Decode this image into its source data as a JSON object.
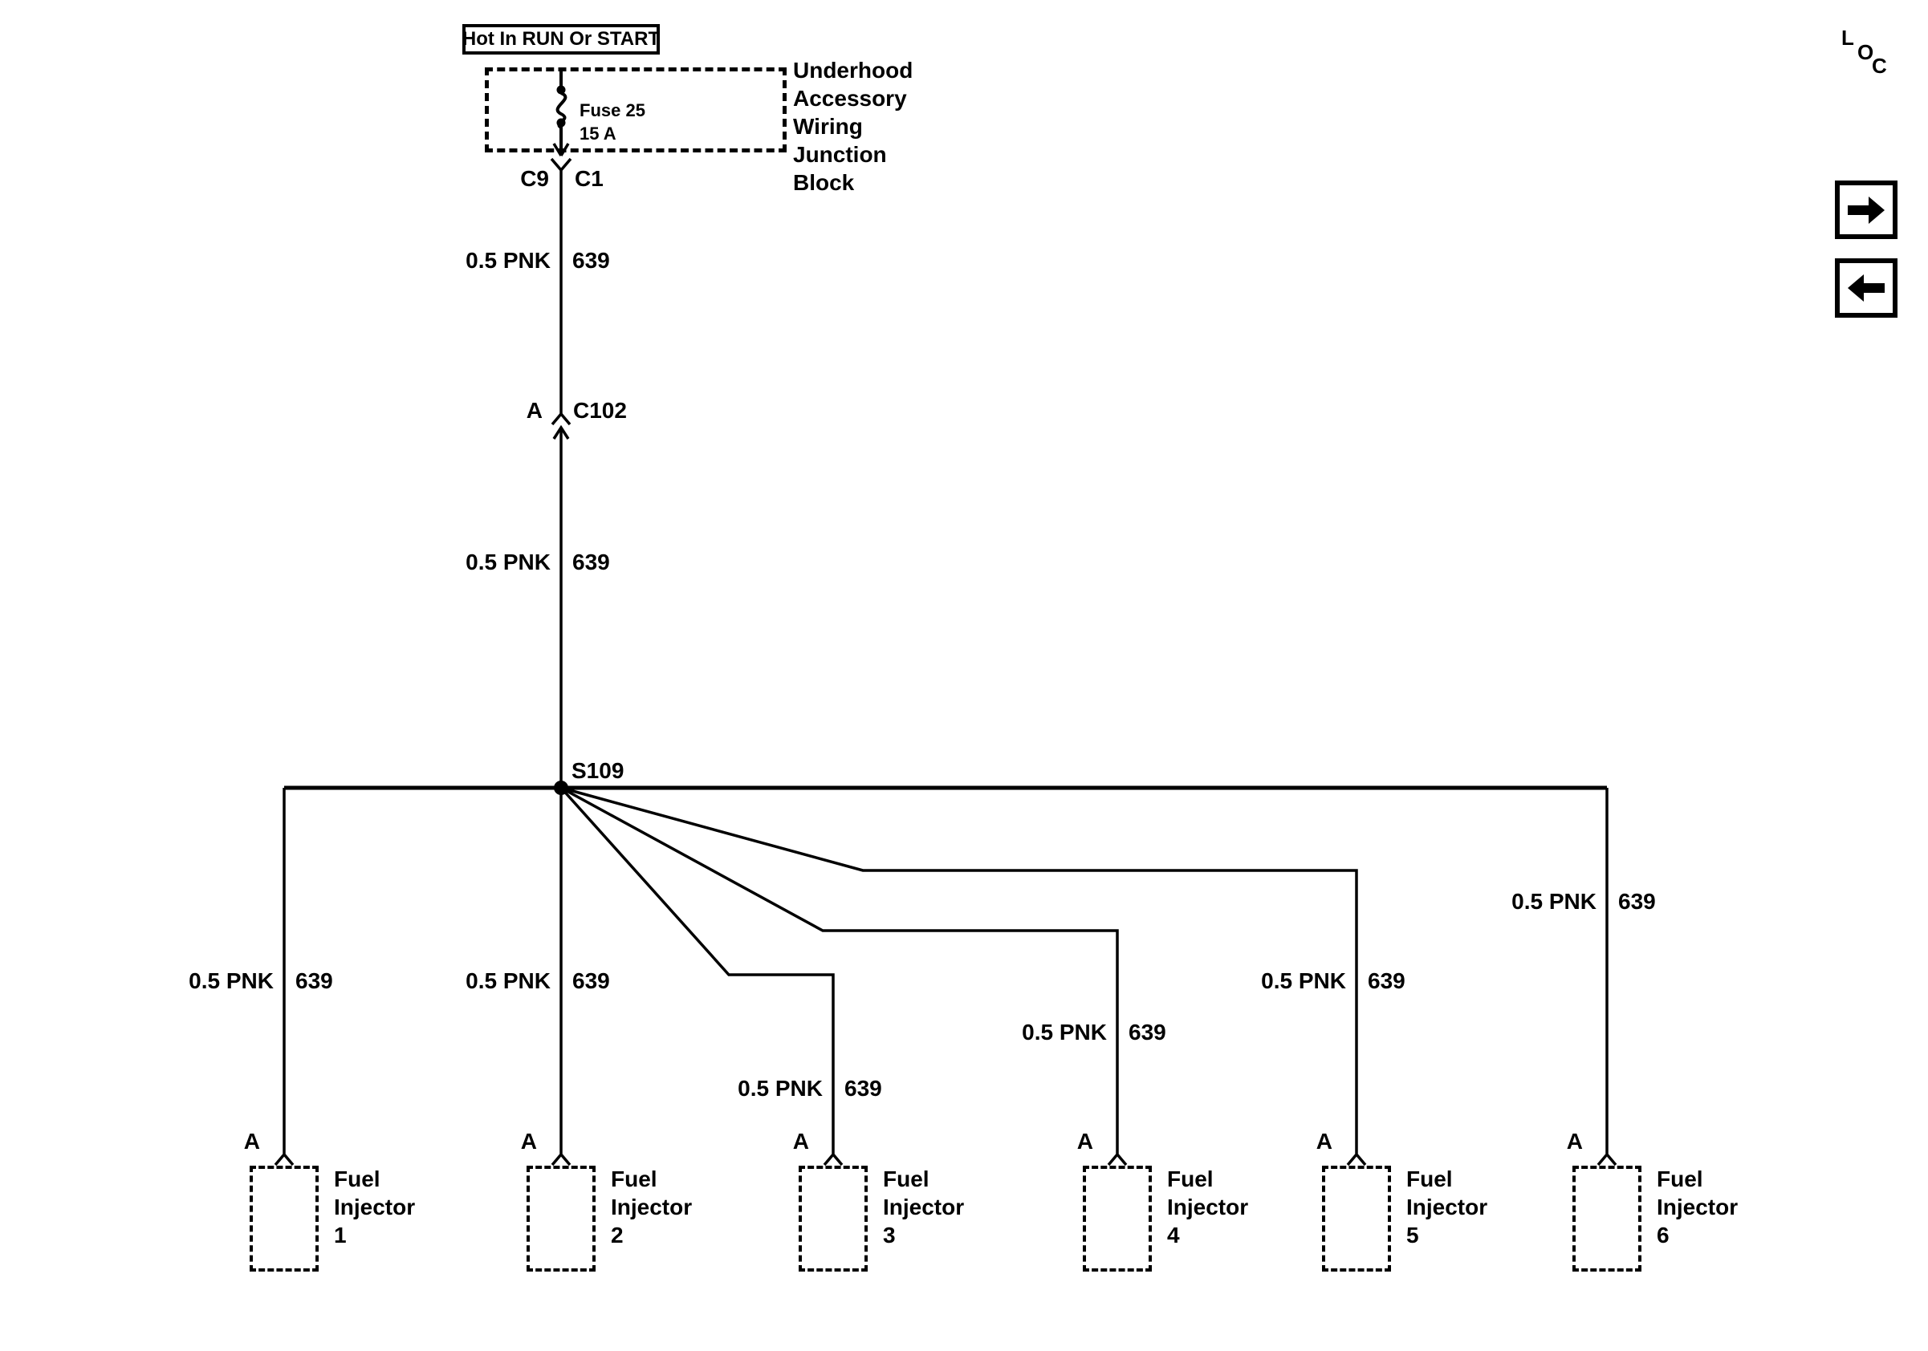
{
  "power_label": "Hot In RUN Or START",
  "junction_block": {
    "name_lines": [
      "Underhood",
      "Accessory",
      "Wiring",
      "Junction",
      "Block"
    ],
    "fuse_name": "Fuse 25",
    "fuse_rating": "15 A",
    "connector_left": "C9",
    "connector_right": "C1"
  },
  "inline_connector": {
    "pin": "A",
    "name": "C102"
  },
  "splice_name": "S109",
  "wire_labels": [
    {
      "size_color": "0.5 PNK",
      "circuit": "639"
    },
    {
      "size_color": "0.5 PNK",
      "circuit": "639"
    },
    {
      "size_color": "0.5 PNK",
      "circuit": "639"
    },
    {
      "size_color": "0.5 PNK",
      "circuit": "639"
    },
    {
      "size_color": "0.5 PNK",
      "circuit": "639"
    },
    {
      "size_color": "0.5 PNK",
      "circuit": "639"
    },
    {
      "size_color": "0.5 PNK",
      "circuit": "639"
    },
    {
      "size_color": "0.5 PNK",
      "circuit": "639"
    }
  ],
  "injectors": [
    {
      "pin": "A",
      "name_lines": [
        "Fuel",
        "Injector",
        "1"
      ]
    },
    {
      "pin": "A",
      "name_lines": [
        "Fuel",
        "Injector",
        "2"
      ]
    },
    {
      "pin": "A",
      "name_lines": [
        "Fuel",
        "Injector",
        "3"
      ]
    },
    {
      "pin": "A",
      "name_lines": [
        "Fuel",
        "Injector",
        "4"
      ]
    },
    {
      "pin": "A",
      "name_lines": [
        "Fuel",
        "Injector",
        "5"
      ]
    },
    {
      "pin": "A",
      "name_lines": [
        "Fuel",
        "Injector",
        "6"
      ]
    }
  ],
  "nav": {
    "loc_letters": [
      "L",
      "O",
      "C"
    ]
  },
  "colors": {
    "line": "#000000",
    "background": "#ffffff"
  }
}
